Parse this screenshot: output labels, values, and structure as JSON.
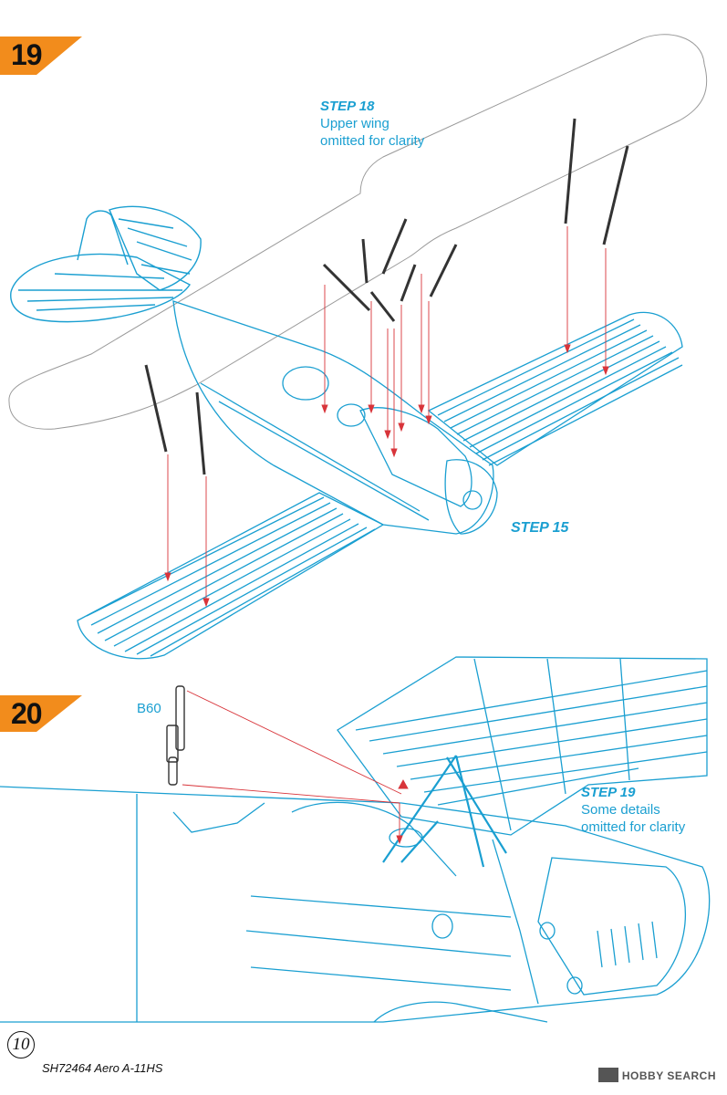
{
  "steps": [
    {
      "number": "19"
    },
    {
      "number": "20"
    }
  ],
  "labels": {
    "step18_title": "STEP 18",
    "step18_line1": "Upper wing",
    "step18_line2": "omitted for clarity",
    "step15_title": "STEP 15",
    "step19_title": "STEP 19",
    "step19_line1": "Some details",
    "step19_line2": "omitted for clarity",
    "part_b60": "B60"
  },
  "footer": {
    "page_number": "10",
    "product": "SH72464 Aero A-11HS",
    "watermark": "HOBBY SEARCH"
  },
  "colors": {
    "line_blue": "#1a9fd1",
    "arrow_red": "#d8343a",
    "badge_orange": "#f28c1c",
    "outline_gray": "#8a8a8a"
  }
}
